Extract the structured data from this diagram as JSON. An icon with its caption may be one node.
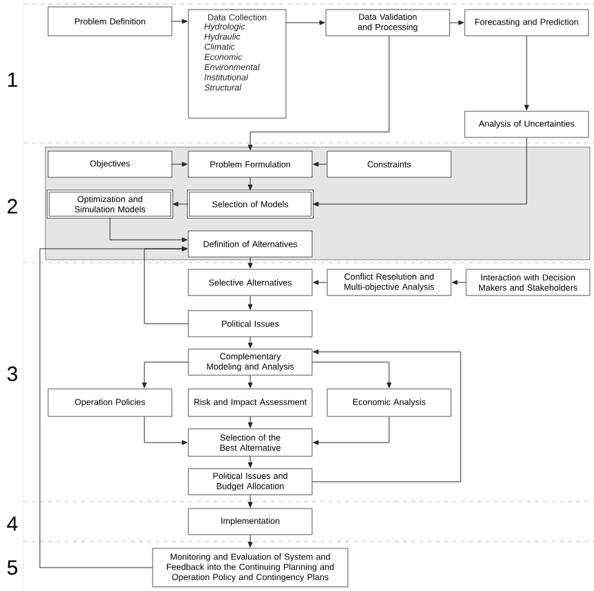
{
  "diagram": {
    "nodes": [
      {
        "text": [
          "Problem Definition"
        ]
      },
      {
        "text": [
          "Data Collection",
          "Hydrologic",
          "Hydraulic",
          "Climatic",
          "Economic",
          "Environmental",
          "Institutional",
          "Structural"
        ]
      },
      {
        "text": [
          "Data Validation and Processing"
        ]
      },
      {
        "text": [
          "Forecasting and Prediction"
        ]
      },
      {
        "text": [
          "Analysis of Uncertainties"
        ]
      },
      {
        "text": [],
        "shape": "box"
      },
      {
        "text": [
          "Objectives"
        ],
        "in": 5
      },
      {
        "text": [
          "Problem Formulation"
        ],
        "in": 5
      },
      {
        "text": [
          "Constraints"
        ],
        "in": 5
      },
      {
        "text": [
          "Optimization and Simulation Models"
        ],
        "in": 5
      },
      {
        "text": [
          "Selection of Models"
        ],
        "in": 5
      },
      {
        "text": [
          "Definition of Alternatives"
        ],
        "in": 5
      },
      {
        "text": [
          "Selective Alternatives"
        ]
      },
      {
        "text": [
          "Conflict Resolution and Multi-objective Analysis"
        ]
      },
      {
        "text": [
          "Interaction with Decision Makers and Stakeholders"
        ]
      },
      {
        "text": [
          "Political Issues"
        ]
      },
      {
        "text": [
          "Complementary Modeling and Analysis"
        ]
      },
      {
        "text": [
          "Operation Policies"
        ]
      },
      {
        "text": [
          "Risk and Impact Assessment"
        ]
      },
      {
        "text": [
          "Economic Analysis"
        ]
      },
      {
        "text": [
          "Selection of the Best Alternative"
        ]
      },
      {
        "text": [
          "Political Issues and Budget Allocation"
        ]
      },
      {
        "text": [
          "Implementation"
        ]
      },
      {
        "text": [
          "Monitoring and Evaluation of System and Feedback into the Continuing Planning and Operation Policy and Contingency Plans"
        ]
      }
    ],
    "edges": [
      {
        "from": 0,
        "to": 1,
        "arrow": "to"
      },
      {
        "from": 1,
        "to": 2,
        "arrow": "to"
      },
      {
        "from": 2,
        "to": 3,
        "arrow": "to"
      },
      {
        "from": 3,
        "to": 4,
        "arrow": "to"
      },
      {
        "from": 2,
        "to": 7,
        "arrow": "to"
      },
      {
        "from": 4,
        "to": 10,
        "arrow": "to"
      },
      {
        "from": 6,
        "to": 7,
        "arrow": "to"
      },
      {
        "from": 8,
        "to": 7,
        "arrow": "to"
      },
      {
        "from": 7,
        "to": 10,
        "arrow": "to"
      },
      {
        "from": 10,
        "to": 9,
        "arrow": "to"
      },
      {
        "from": 9,
        "to": 11,
        "arrow": "to"
      },
      {
        "from": 11,
        "to": 12,
        "arrow": "to"
      },
      {
        "from": 13,
        "to": 12,
        "arrow": "to"
      },
      {
        "from": 14,
        "to": 13,
        "arrow": "to"
      },
      {
        "from": 12,
        "to": 15,
        "arrow": "to"
      },
      {
        "from": 15,
        "to": 11,
        "arrow": "to"
      },
      {
        "from": 15,
        "to": 16,
        "arrow": "to"
      },
      {
        "from": 16,
        "to": 17,
        "arrow": "to"
      },
      {
        "from": 16,
        "to": 18,
        "arrow": "to"
      },
      {
        "from": 16,
        "to": 19,
        "arrow": "to"
      },
      {
        "from": 17,
        "to": 20,
        "arrow": "to"
      },
      {
        "from": 18,
        "to": 20,
        "arrow": "to"
      },
      {
        "from": 19,
        "to": 20,
        "arrow": "to"
      },
      {
        "from": 20,
        "to": 21,
        "arrow": "to"
      },
      {
        "from": 21,
        "to": 16,
        "arrow": "to"
      },
      {
        "from": 21,
        "to": 22,
        "arrow": "to"
      },
      {
        "from": 22,
        "to": 23,
        "arrow": "to"
      },
      {
        "from": 23,
        "to": 11,
        "arrow": "to"
      }
    ],
    "labels": [
      "1",
      "2",
      "3",
      "4",
      "5"
    ]
  }
}
